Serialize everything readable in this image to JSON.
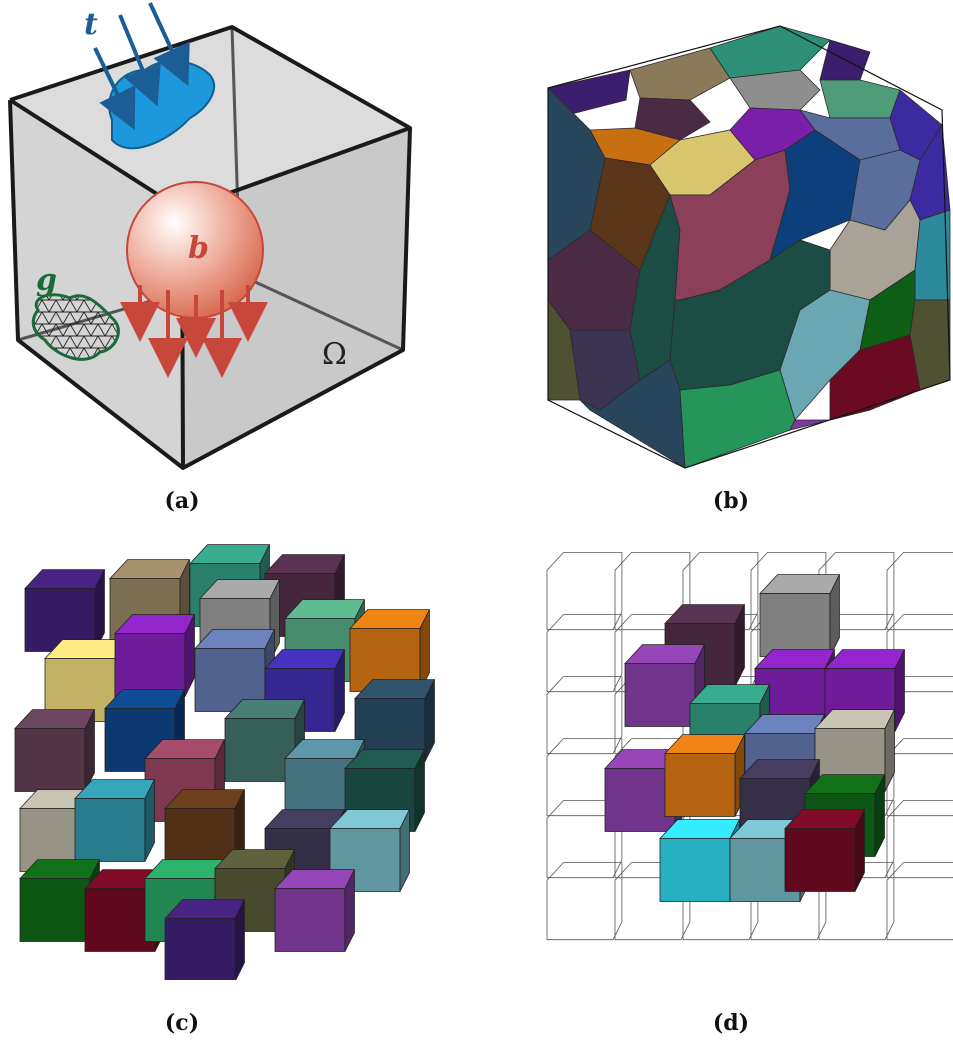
{
  "panels": [
    {
      "id": "a",
      "caption": "(a)",
      "labels": {
        "traction": "t",
        "body_force": "b",
        "subdomain": "g",
        "domain": "Ω"
      }
    },
    {
      "id": "b",
      "caption": "(b)"
    },
    {
      "id": "c",
      "caption": "(c)"
    },
    {
      "id": "d",
      "caption": "(d)"
    }
  ],
  "colors": {
    "traction": "#1e98dd",
    "traction_arrow": "#1a5e95",
    "body_force": "#c7473a",
    "subdomain": "#1a6b3c",
    "cube_fill": "#d0d0d0",
    "cube_edge": "#1a1a1a"
  },
  "grain_palette": [
    "#3b1e6e",
    "#8a7a5a",
    "#2e8f77",
    "#4b2a44",
    "#8e8e8e",
    "#4f9c7a",
    "#c86f12",
    "#d8c56e",
    "#7a1faa",
    "#5a6e9e",
    "#3b2aa0",
    "#27465c",
    "#5b3a4f",
    "#0c3f7c",
    "#8c3f59",
    "#3b6a62",
    "#4d7f8d",
    "#1b4d44",
    "#a8a396",
    "#2d8a9c",
    "#5b3519",
    "#3a3450",
    "#6aa7b2",
    "#0e5f15",
    "#6b0a22",
    "#25955a",
    "#4f5232",
    "#7d3a9a"
  ]
}
